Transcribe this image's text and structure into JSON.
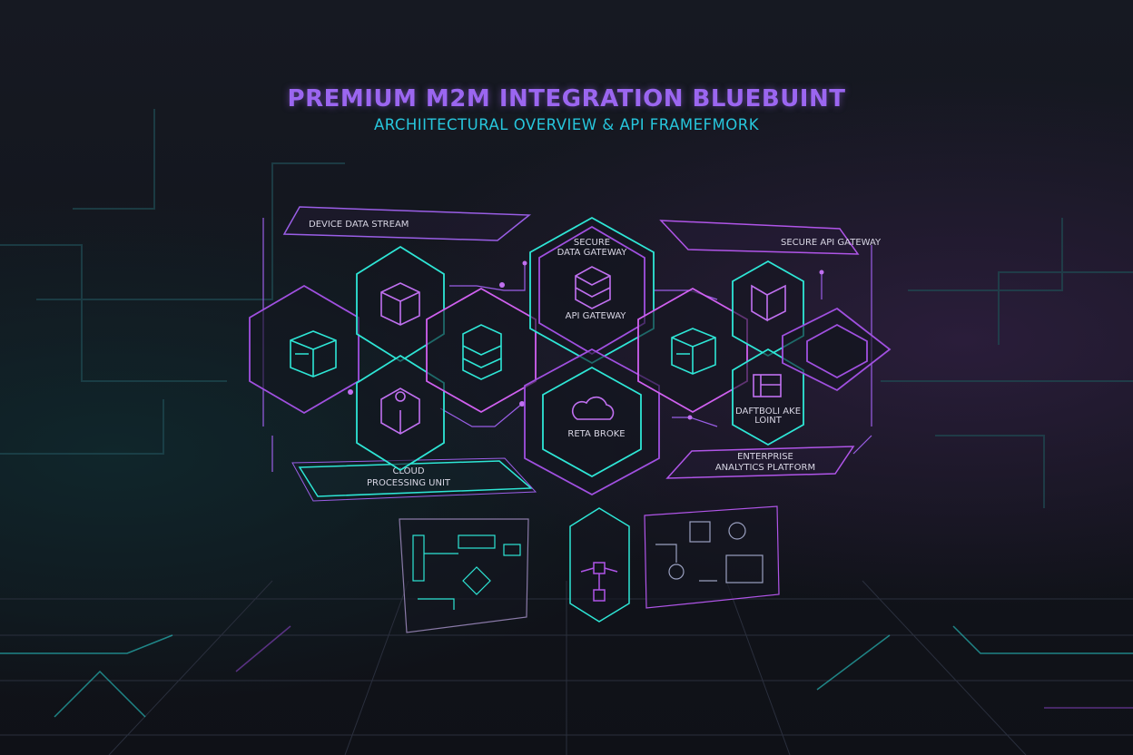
{
  "header": {
    "title": "PREMIUM M2M INTEGRATION BLUEBUINT",
    "subtitle": "ARCHIITECTURAL OVERVIEW & API FRAMEFMORK"
  },
  "panels": {
    "device_stream": "DEVICE DATA STREAM",
    "secure_api_gateway": "SECURE API GATEWAY",
    "cloud_line1": "CLOUD",
    "cloud_line2": "PROCESSING UNIT",
    "enterprise_line1": "ENTERPRISE",
    "enterprise_line2": "ANALYTICS PLATFORM"
  },
  "nodes": {
    "gateway_line1": "SECURE",
    "gateway_line2": "DATA GATEWAY",
    "api_gateway": "API GATEWAY",
    "broker": "RETA BROKE",
    "lake_line1": "DAFTBOLI AKE",
    "lake_line2": "LOINT"
  },
  "colors": {
    "cyan": "#2ee6d6",
    "purple": "#b055e8",
    "title": "#9b66f0",
    "subtitle": "#27c6dc"
  }
}
